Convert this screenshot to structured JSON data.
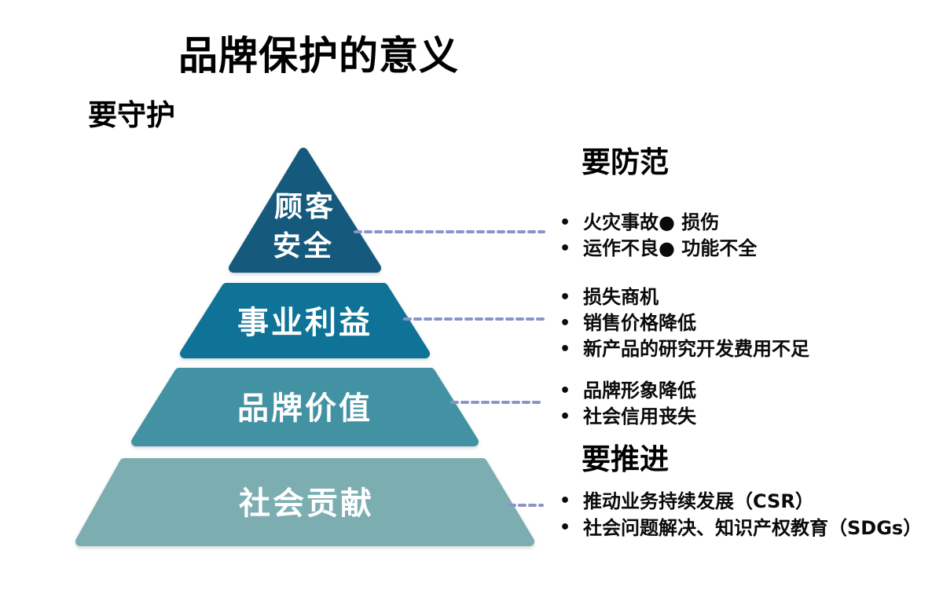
{
  "page": {
    "title": "品牌保护的意义",
    "background": "#ffffff"
  },
  "labels": {
    "guard": "要守护",
    "prevent": "要防范",
    "promote": "要推进"
  },
  "pyramid": {
    "levels": [
      {
        "lines": [
          "顾客",
          "安全"
        ],
        "color": "#15597c"
      },
      {
        "label": "事业利益",
        "color": "#0e7396"
      },
      {
        "label": "品牌价值",
        "color": "#4292a3"
      },
      {
        "label": "社会贡献",
        "color": "#7badb1"
      }
    ],
    "connector_color": "#8b94c9",
    "label_text_color": "#ffffff"
  },
  "bullets": {
    "prevent_level1": [
      "火灾事故● 损伤",
      "运作不良● 功能不全"
    ],
    "prevent_level2": [
      "损失商机",
      "销售价格降低",
      "新产品的研究开发费用不足"
    ],
    "prevent_level3": [
      "品牌形象降低",
      "社会信用丧失"
    ],
    "promote": [
      "推动业务持续发展（CSR）",
      "社会问题解决、知识产权教育（SDGs）"
    ]
  }
}
